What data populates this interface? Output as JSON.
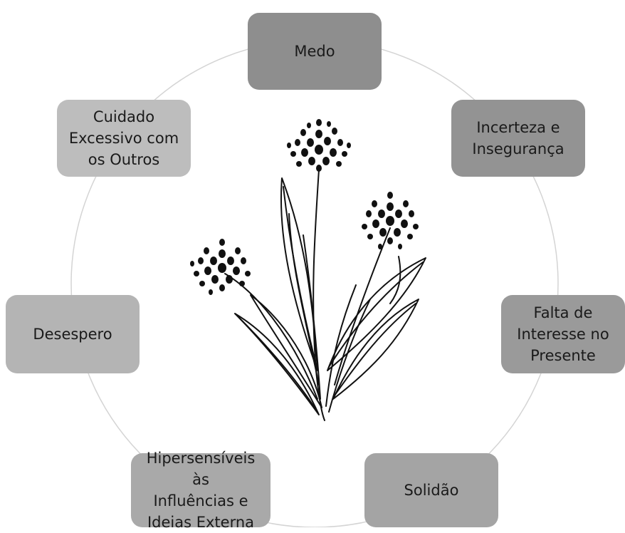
{
  "nodes": [
    {
      "id": "medo",
      "label": "Medo",
      "color": "#8e8e8e"
    },
    {
      "id": "incerteza",
      "label": "Incerteza e\nInsegurança",
      "color": "#939393"
    },
    {
      "id": "falta",
      "label": "Falta de\nInteresse no\nPresente",
      "color": "#9a9a9a"
    },
    {
      "id": "solidao",
      "label": "Solidão",
      "color": "#a4a4a4"
    },
    {
      "id": "hiper",
      "label": "Hipersensíveis às\nInfluências e\nIdeias Externa",
      "color": "#a9a9a9"
    },
    {
      "id": "desespero",
      "label": "Desespero",
      "color": "#b4b4b4"
    },
    {
      "id": "cuidado",
      "label": "Cuidado\nExcessivo com\nos Outros",
      "color": "#bdbdbd"
    }
  ],
  "center_image": "flower-illustration",
  "ring_color": "#d4d4d4"
}
